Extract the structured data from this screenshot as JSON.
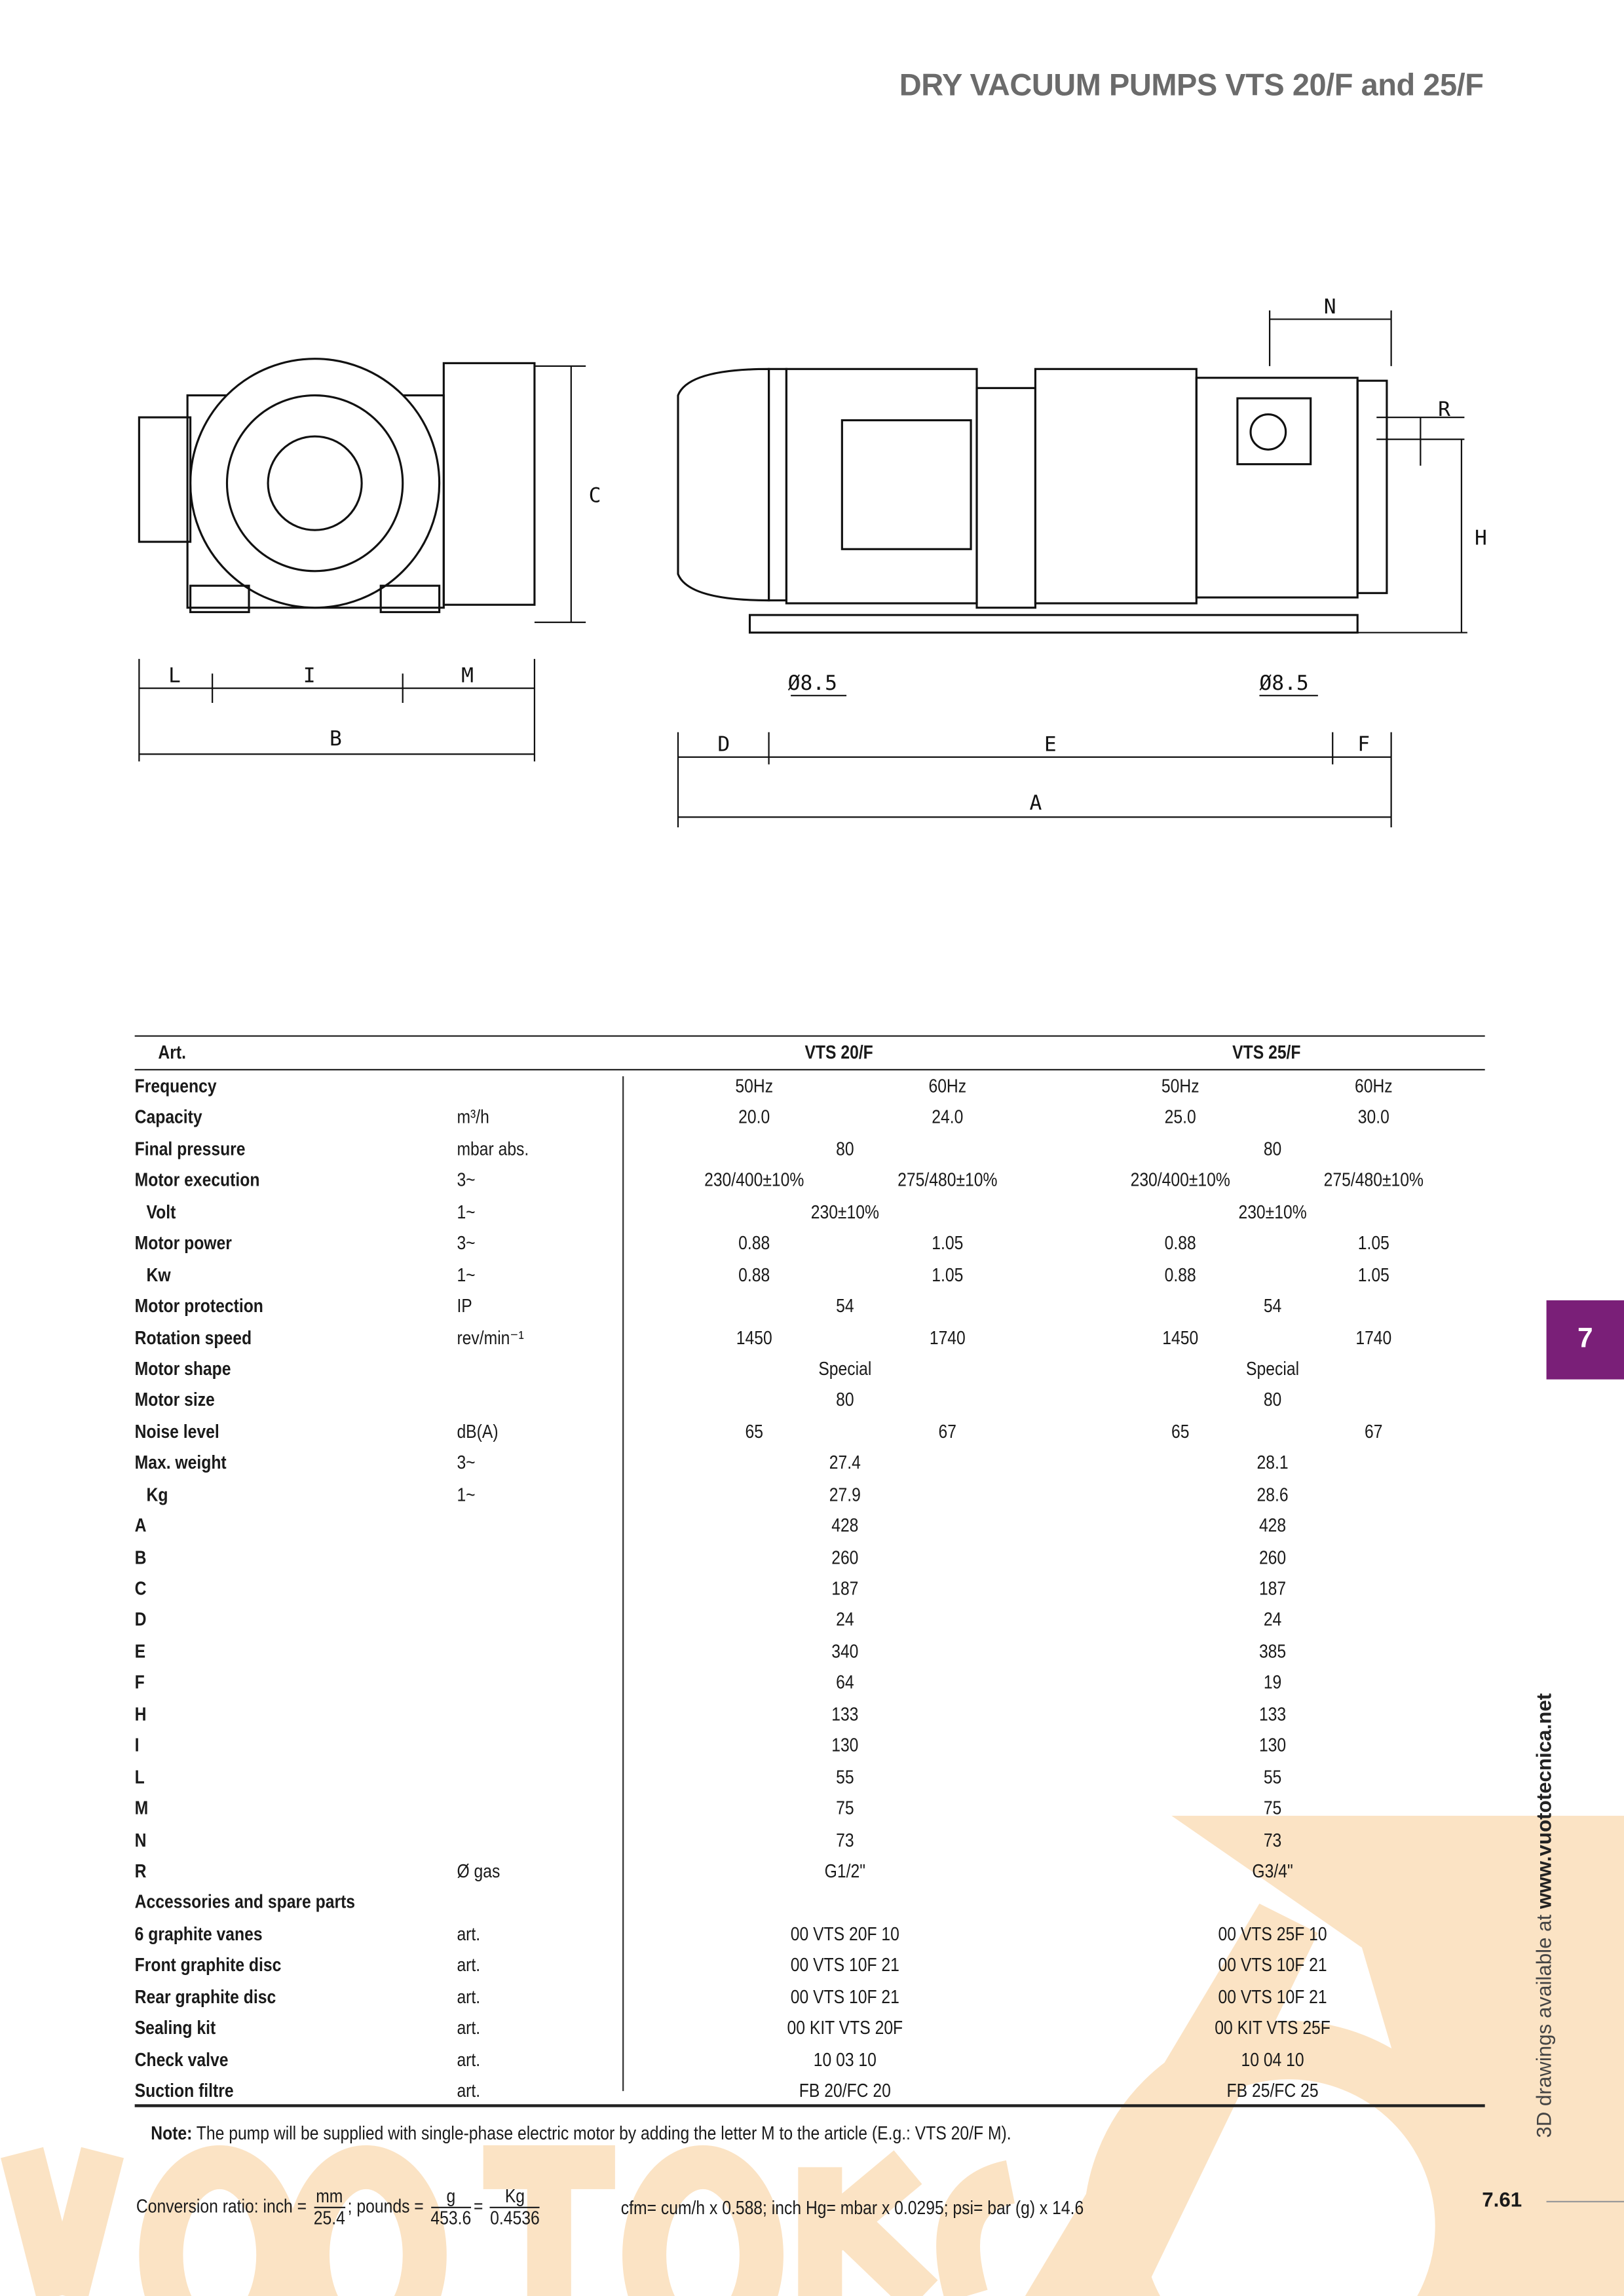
{
  "header": {
    "title": "DRY VACUUM PUMPS VTS 20/F and 25/F"
  },
  "drawing": {
    "dims": {
      "A": "A",
      "B": "B",
      "C": "C",
      "D": "D",
      "E": "E",
      "F": "F",
      "H": "H",
      "I": "I",
      "L": "L",
      "M": "M",
      "N": "N",
      "R": "R",
      "hole1": "Ø8.5",
      "hole2": "Ø8.5"
    }
  },
  "table": {
    "art_label": "Art.",
    "models": [
      "VTS 20/F",
      "VTS 25/F"
    ],
    "rows": [
      {
        "label": "Frequency",
        "unit": "",
        "v": [
          "50Hz",
          "60Hz",
          "50Hz",
          "60Hz"
        ]
      },
      {
        "label": "Capacity",
        "unit": "m³/h",
        "v": [
          "20.0",
          "24.0",
          "25.0",
          "30.0"
        ]
      },
      {
        "label": "Final pressure",
        "unit": "mbar abs.",
        "v": [
          "80",
          "80"
        ]
      },
      {
        "label": "Motor execution",
        "unit": "3~",
        "v": [
          "230/400±10%",
          "275/480±10%",
          "230/400±10%",
          "275/480±10%"
        ]
      },
      {
        "label": "Volt",
        "indent": true,
        "unit": "1~",
        "v": [
          "230±10%",
          "230±10%"
        ]
      },
      {
        "label": "Motor power",
        "unit": "3~",
        "v": [
          "0.88",
          "1.05",
          "0.88",
          "1.05"
        ]
      },
      {
        "label": "Kw",
        "indent": true,
        "unit": "1~",
        "v": [
          "0.88",
          "1.05",
          "0.88",
          "1.05"
        ]
      },
      {
        "label": "Motor protection",
        "unit": "IP",
        "v": [
          "54",
          "54"
        ]
      },
      {
        "label": "Rotation speed",
        "unit": "rev/min⁻¹",
        "v": [
          "1450",
          "1740",
          "1450",
          "1740"
        ]
      },
      {
        "label": "Motor shape",
        "unit": "",
        "v": [
          "Special",
          "Special"
        ]
      },
      {
        "label": "Motor size",
        "unit": "",
        "v": [
          "80",
          "80"
        ]
      },
      {
        "label": "Noise level",
        "unit": "dB(A)",
        "v": [
          "65",
          "67",
          "65",
          "67"
        ]
      },
      {
        "label": "Max. weight",
        "unit": "3~",
        "v": [
          "27.4",
          "28.1"
        ]
      },
      {
        "label": "Kg",
        "indent": true,
        "unit": "1~",
        "v": [
          "27.9",
          "28.6"
        ]
      },
      {
        "label": "A",
        "unit": "",
        "v": [
          "428",
          "428"
        ]
      },
      {
        "label": "B",
        "unit": "",
        "v": [
          "260",
          "260"
        ]
      },
      {
        "label": "C",
        "unit": "",
        "v": [
          "187",
          "187"
        ]
      },
      {
        "label": "D",
        "unit": "",
        "v": [
          "24",
          "24"
        ]
      },
      {
        "label": "E",
        "unit": "",
        "v": [
          "340",
          "385"
        ]
      },
      {
        "label": "F",
        "unit": "",
        "v": [
          "64",
          "19"
        ]
      },
      {
        "label": "H",
        "unit": "",
        "v": [
          "133",
          "133"
        ]
      },
      {
        "label": "I",
        "unit": "",
        "v": [
          "130",
          "130"
        ]
      },
      {
        "label": "L",
        "unit": "",
        "v": [
          "55",
          "55"
        ]
      },
      {
        "label": "M",
        "unit": "",
        "v": [
          "75",
          "75"
        ]
      },
      {
        "label": "N",
        "unit": "",
        "v": [
          "73",
          "73"
        ]
      },
      {
        "label": "R",
        "unit": "Ø gas",
        "v": [
          "G1/2\"",
          "G3/4\""
        ]
      },
      {
        "label": "Accessories and spare parts",
        "unit": "",
        "v": []
      },
      {
        "label": "6 graphite vanes",
        "unit": "art.",
        "v": [
          "00 VTS 20F 10",
          "00 VTS 25F 10"
        ]
      },
      {
        "label": "Front graphite disc",
        "unit": "art.",
        "v": [
          "00 VTS 10F 21",
          "00 VTS 10F 21"
        ]
      },
      {
        "label": "Rear graphite disc",
        "unit": "art.",
        "v": [
          "00 VTS 10F 21",
          "00 VTS 10F 21"
        ]
      },
      {
        "label": "Sealing kit",
        "unit": "art.",
        "v": [
          "00 KIT VTS 20F",
          "00 KIT VTS 25F"
        ]
      },
      {
        "label": "Check valve",
        "unit": "art.",
        "v": [
          "10 03 10",
          "10 04 10"
        ]
      },
      {
        "label": "Suction filtre",
        "unit": "art.",
        "v": [
          "FB 20/FC 20",
          "FB 25/FC 25"
        ]
      }
    ]
  },
  "note": {
    "label": "Note:",
    "text": " The pump will be supplied with single-phase electric motor by adding the letter M to the article (E.g.: VTS 20/F M)."
  },
  "conversion": {
    "prefix": "Conversion ratio: inch =",
    "mm": "mm",
    "mm_div": "25.4",
    "pounds": "; pounds =",
    "g": "g",
    "g_div": "453.6",
    "eq": "=",
    "kg": "Kg",
    "kg_div": "0.4536",
    "other": "cfm= cum/h x 0.588; inch Hg= mbar x 0.0295; psi= bar (g) x 14.6"
  },
  "footer": {
    "page_number": "7.61",
    "section_tab": "7",
    "side_text": "3D drawings available at ",
    "side_url": "www.vuototecnica.net"
  },
  "colors": {
    "tab": "#7a1f78",
    "watermark": "#fbe3c4",
    "title": "#6b6b6b"
  }
}
